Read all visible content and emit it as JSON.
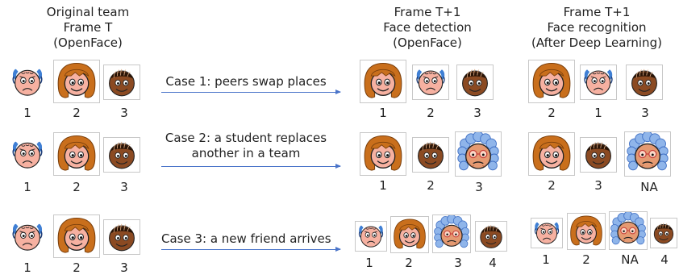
{
  "headers": {
    "original": [
      "Original team",
      "Frame T",
      "(OpenFace)"
    ],
    "detection": [
      "Frame T+1",
      "Face detection",
      "(OpenFace)"
    ],
    "recognition": [
      "Frame T+1",
      "Face recognition",
      "(After Deep Learning)"
    ]
  },
  "cases": [
    {
      "text": [
        "Case 1: peers swap places"
      ],
      "original_labels": [
        "1",
        "2",
        "3"
      ],
      "detection_labels": [
        "1",
        "2",
        "3"
      ],
      "recognition_labels": [
        "2",
        "1",
        "3"
      ]
    },
    {
      "text": [
        "Case 2: a student replaces",
        "another in a team"
      ],
      "original_labels": [
        "1",
        "2",
        "3"
      ],
      "detection_labels": [
        "1",
        "2",
        "3"
      ],
      "recognition_labels": [
        "2",
        "3",
        "NA"
      ]
    },
    {
      "text": [
        "Case 3: a new friend arrives"
      ],
      "original_labels": [
        "1",
        "2",
        "3"
      ],
      "detection_labels": [
        "1",
        "2",
        "3",
        "4"
      ],
      "recognition_labels": [
        "1",
        "2",
        "NA",
        "4"
      ]
    }
  ],
  "colors": {
    "skin_light": "#f6b1a1",
    "skin_dark": "#8b4a22",
    "skin_old": "#e59a72",
    "hair_brown": "#c96f1c",
    "hair_blue": "#3f7fd4",
    "hair_grey_blue": "#8fb5ea",
    "arrow": "#4a74c9"
  }
}
